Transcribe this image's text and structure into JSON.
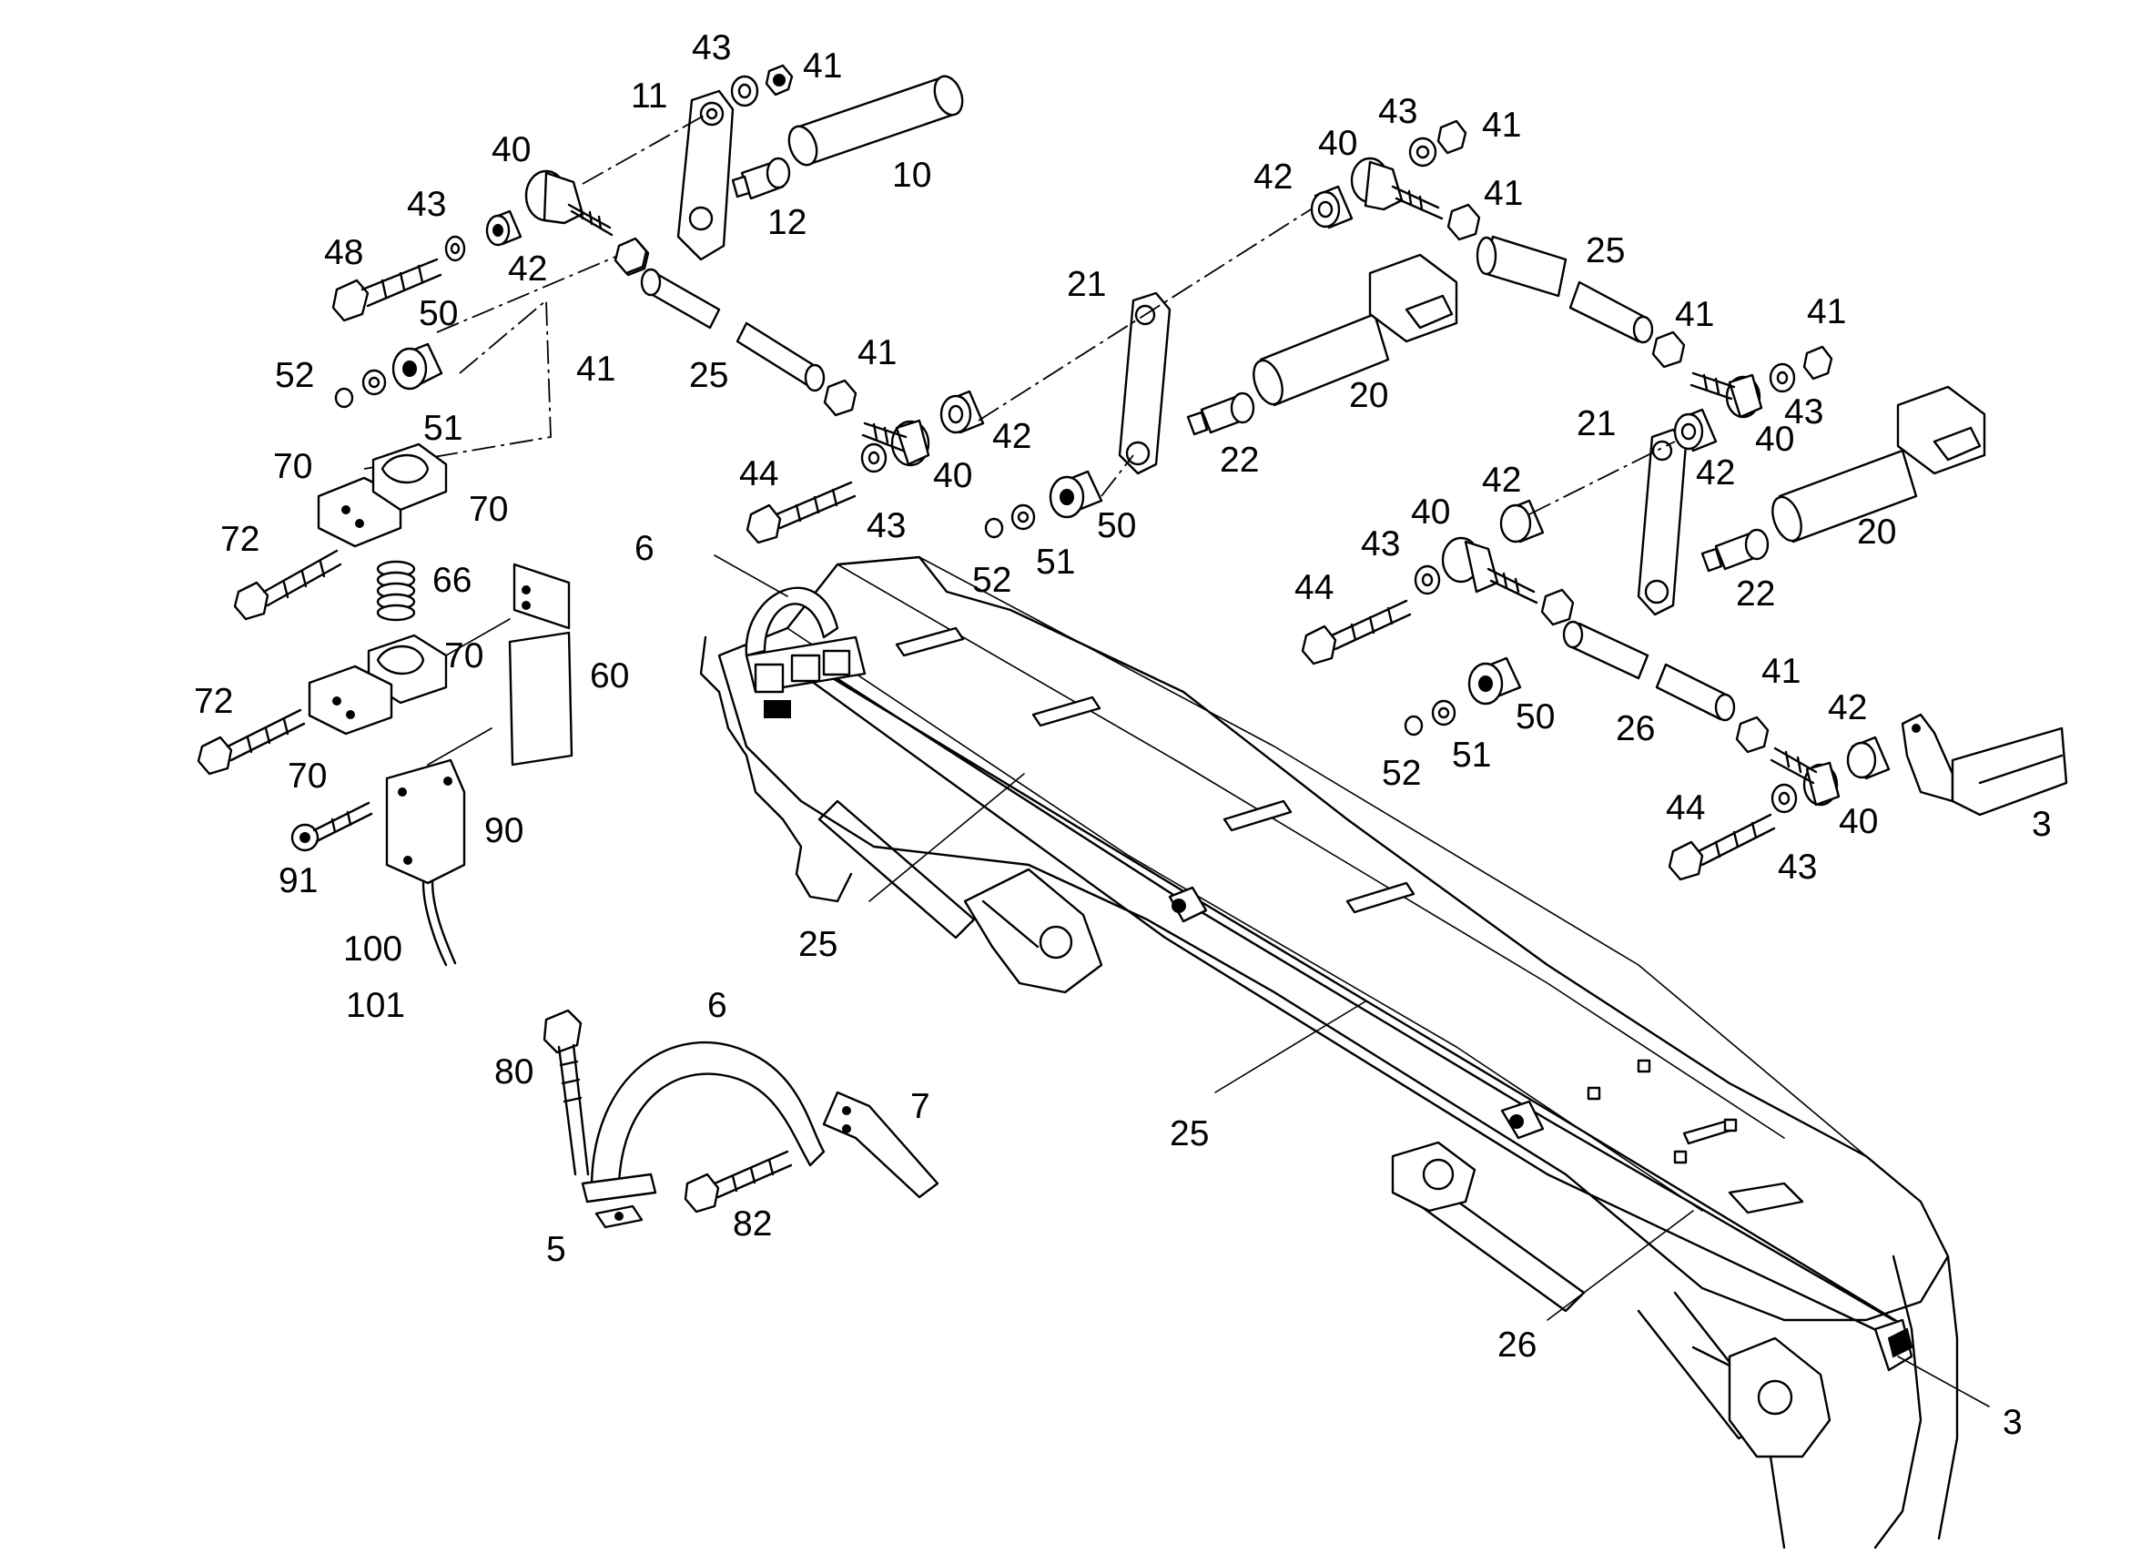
{
  "diagram": {
    "labels": [
      {
        "id": "l43a",
        "text": "43"
      },
      {
        "id": "l41a",
        "text": "41"
      },
      {
        "id": "l11",
        "text": "11"
      },
      {
        "id": "l40a",
        "text": "40"
      },
      {
        "id": "l10",
        "text": "10"
      },
      {
        "id": "l12",
        "text": "12"
      },
      {
        "id": "l43b",
        "text": "43"
      },
      {
        "id": "l42a",
        "text": "42"
      },
      {
        "id": "l48",
        "text": "48"
      },
      {
        "id": "l50a",
        "text": "50"
      },
      {
        "id": "l41b",
        "text": "41"
      },
      {
        "id": "l25a",
        "text": "25"
      },
      {
        "id": "l41c",
        "text": "41"
      },
      {
        "id": "l52a",
        "text": "52"
      },
      {
        "id": "l51a",
        "text": "51"
      },
      {
        "id": "l70a",
        "text": "70"
      },
      {
        "id": "l70b",
        "text": "70"
      },
      {
        "id": "l72a",
        "text": "72"
      },
      {
        "id": "l66",
        "text": "66"
      },
      {
        "id": "l70c",
        "text": "70"
      },
      {
        "id": "l60",
        "text": "60"
      },
      {
        "id": "l72b",
        "text": "72"
      },
      {
        "id": "l70d",
        "text": "70"
      },
      {
        "id": "l90",
        "text": "90"
      },
      {
        "id": "l91",
        "text": "91"
      },
      {
        "id": "l100",
        "text": "100"
      },
      {
        "id": "l101",
        "text": "101"
      },
      {
        "id": "l44a",
        "text": "44"
      },
      {
        "id": "l43c",
        "text": "43"
      },
      {
        "id": "l40b",
        "text": "40"
      },
      {
        "id": "l42b",
        "text": "42"
      },
      {
        "id": "l52b",
        "text": "52"
      },
      {
        "id": "l51b",
        "text": "51"
      },
      {
        "id": "l50b",
        "text": "50"
      },
      {
        "id": "l22a",
        "text": "22"
      },
      {
        "id": "l20a",
        "text": "20"
      },
      {
        "id": "l21a",
        "text": "21"
      },
      {
        "id": "l42c",
        "text": "42"
      },
      {
        "id": "l43d",
        "text": "43"
      },
      {
        "id": "l41d",
        "text": "41"
      },
      {
        "id": "l40c",
        "text": "40"
      },
      {
        "id": "l41e",
        "text": "41"
      },
      {
        "id": "l25b",
        "text": "25"
      },
      {
        "id": "l41f",
        "text": "41"
      },
      {
        "id": "l41g",
        "text": "41"
      },
      {
        "id": "l43e",
        "text": "43"
      },
      {
        "id": "l40d",
        "text": "40"
      },
      {
        "id": "l21b",
        "text": "21"
      },
      {
        "id": "l42d",
        "text": "42"
      },
      {
        "id": "l42e",
        "text": "42"
      },
      {
        "id": "l20b",
        "text": "20"
      },
      {
        "id": "l40e",
        "text": "40"
      },
      {
        "id": "l43f",
        "text": "43"
      },
      {
        "id": "l44b",
        "text": "44"
      },
      {
        "id": "l22b",
        "text": "22"
      },
      {
        "id": "l50c",
        "text": "50"
      },
      {
        "id": "l51c",
        "text": "51"
      },
      {
        "id": "l52c",
        "text": "52"
      },
      {
        "id": "l26a",
        "text": "26"
      },
      {
        "id": "l41h",
        "text": "41"
      },
      {
        "id": "l42f",
        "text": "42"
      },
      {
        "id": "l44c",
        "text": "44"
      },
      {
        "id": "l43g",
        "text": "43"
      },
      {
        "id": "l40f",
        "text": "40"
      },
      {
        "id": "l3a",
        "text": "3"
      },
      {
        "id": "l6a",
        "text": "6"
      },
      {
        "id": "l25c",
        "text": "25"
      },
      {
        "id": "l6b",
        "text": "6"
      },
      {
        "id": "l7",
        "text": "7"
      },
      {
        "id": "l80",
        "text": "80"
      },
      {
        "id": "l82",
        "text": "82"
      },
      {
        "id": "l5",
        "text": "5"
      },
      {
        "id": "l25d",
        "text": "25"
      },
      {
        "id": "l26b",
        "text": "26"
      },
      {
        "id": "l3b",
        "text": "3"
      }
    ]
  }
}
